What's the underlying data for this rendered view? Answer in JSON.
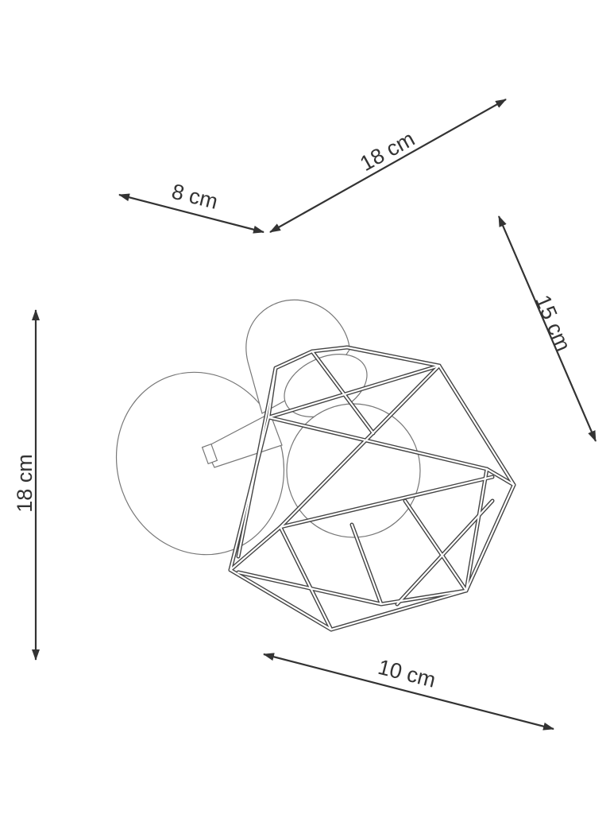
{
  "dimensions": {
    "depth_plate": "8 cm",
    "width_top": "18 cm",
    "shade_height": "15 cm",
    "total_height": "18 cm",
    "shade_width": "10 cm"
  },
  "colors": {
    "line": "#333333",
    "background": "#ffffff"
  }
}
